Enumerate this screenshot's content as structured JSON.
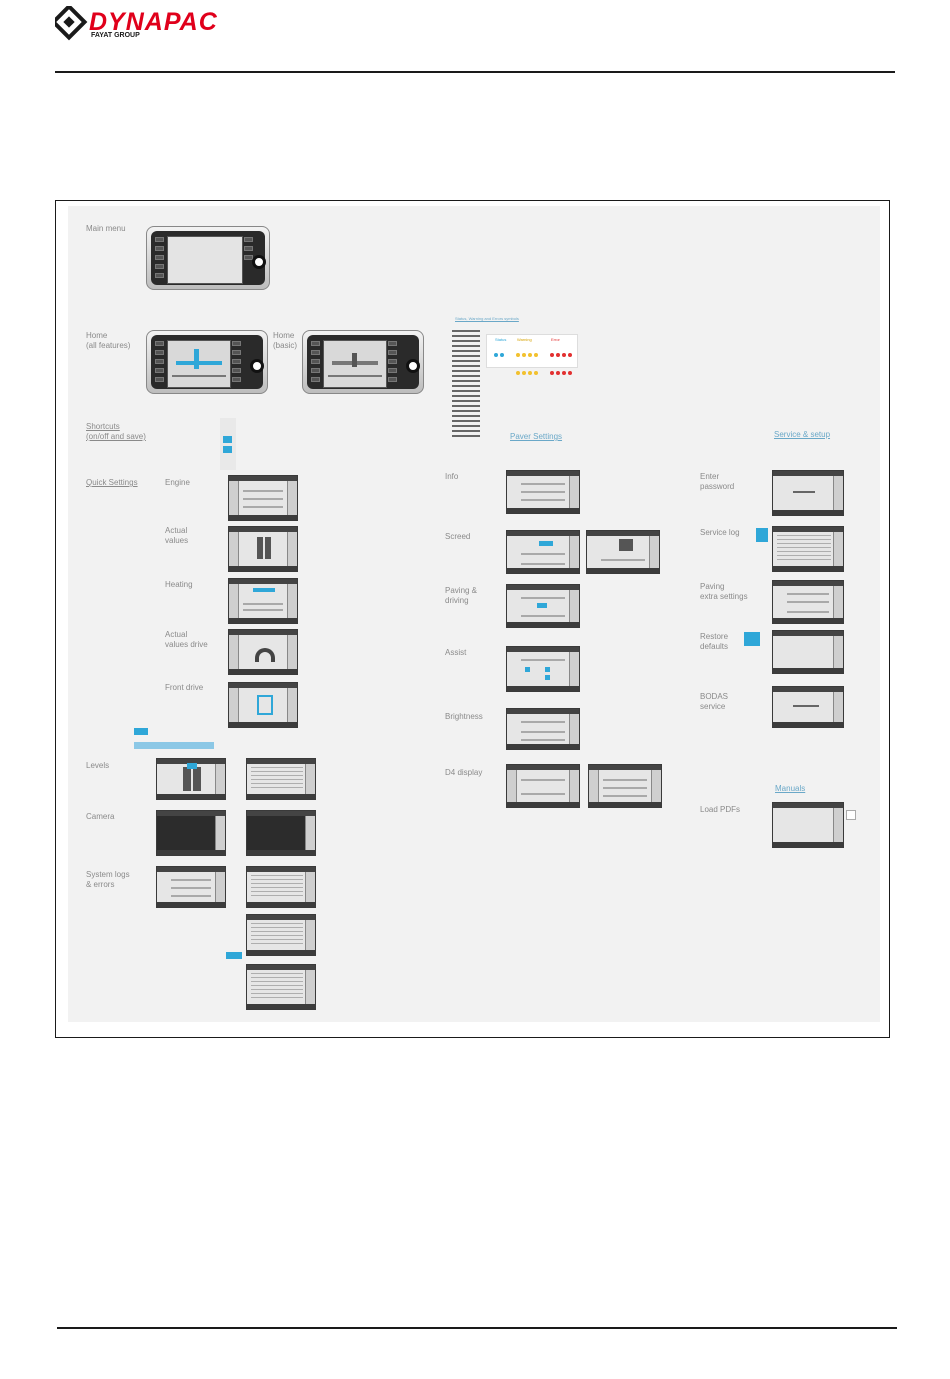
{
  "header": {
    "brand": "DYNAPAC",
    "subbrand": "FAYAT GROUP",
    "brand_color": "#e0001b",
    "icon_color": "#1a1a1a"
  },
  "diagram": {
    "left_column": [
      {
        "id": "main-menu",
        "label": "Main menu"
      },
      {
        "id": "home-all",
        "label": "Home\n(all features)"
      },
      {
        "id": "home-basic",
        "label": "Home\n(basic)"
      },
      {
        "id": "shortcuts",
        "label": "Shortcuts\n(on/off and save)"
      },
      {
        "id": "quick-settings",
        "label": "Quick Settings"
      },
      {
        "id": "engine",
        "label": "Engine"
      },
      {
        "id": "actual-values",
        "label": "Actual\nvalues"
      },
      {
        "id": "heating",
        "label": "Heating"
      },
      {
        "id": "actual-values-drive",
        "label": "Actual\nvalues drive"
      },
      {
        "id": "front-drive",
        "label": "Front drive"
      },
      {
        "id": "levels",
        "label": "Levels"
      },
      {
        "id": "camera",
        "label": "Camera"
      },
      {
        "id": "system-logs",
        "label": "System logs\n& errors"
      }
    ],
    "middle_column": [
      {
        "id": "status-symbols",
        "label": "Status, Warning and Errors symbols"
      },
      {
        "id": "status",
        "label": "Status"
      },
      {
        "id": "warning",
        "label": "Warning"
      },
      {
        "id": "error",
        "label": "Error"
      },
      {
        "id": "paver-settings",
        "label": "Paver Settings"
      },
      {
        "id": "info",
        "label": "Info"
      },
      {
        "id": "screed",
        "label": "Screed"
      },
      {
        "id": "paving-driving",
        "label": "Paving &\ndriving"
      },
      {
        "id": "assist",
        "label": "Assist"
      },
      {
        "id": "brightness",
        "label": "Brightness"
      },
      {
        "id": "d4-display",
        "label": "D4 display"
      }
    ],
    "right_column": [
      {
        "id": "service-setup",
        "label": "Service & setup"
      },
      {
        "id": "enter-password",
        "label": "Enter\npassword"
      },
      {
        "id": "service-log",
        "label": "Service log"
      },
      {
        "id": "paving-extra",
        "label": "Paving\nextra settings"
      },
      {
        "id": "restore-defaults",
        "label": "Restore\ndefaults"
      },
      {
        "id": "bodas-service",
        "label": "BODAS\nservice"
      },
      {
        "id": "manuals",
        "label": "Manuals"
      },
      {
        "id": "load-pdfs",
        "label": "Load PDFs"
      }
    ],
    "symbol_colors": {
      "status": "#2fa7d8",
      "warning": "#f2c12e",
      "error": "#e23030"
    }
  }
}
